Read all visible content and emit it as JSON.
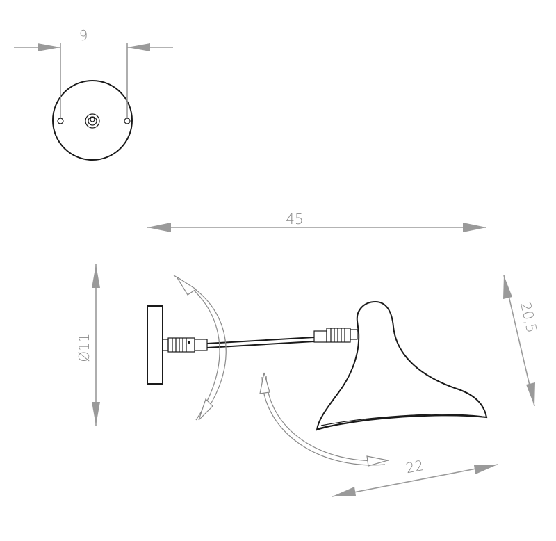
{
  "dimensions": {
    "mount_hole_spacing": "9",
    "total_length": "45",
    "plate_diameter": "Ø11",
    "shade_height": "20,5",
    "shade_width": "22"
  }
}
